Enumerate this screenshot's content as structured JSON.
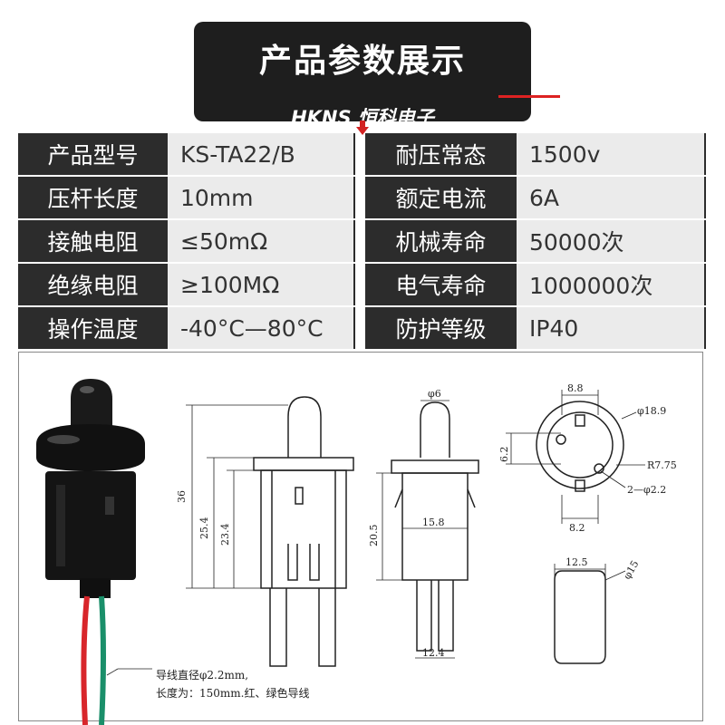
{
  "header": {
    "title": "产品参数展示",
    "brand_logo_text": "HKNS",
    "brand_name": "恒科电子"
  },
  "params_left": [
    {
      "label": "产品型号",
      "value": "KS-TA22/B"
    },
    {
      "label": "压杆长度",
      "value": "10mm"
    },
    {
      "label": "接触电阻",
      "value": "≤50mΩ"
    },
    {
      "label": "绝缘电阻",
      "value": "≥100MΩ"
    },
    {
      "label": "操作温度",
      "value": "-40°C—80°C"
    }
  ],
  "params_right": [
    {
      "label": "耐压常态",
      "value": "1500v"
    },
    {
      "label": "额定电流",
      "value": "6A"
    },
    {
      "label": "机械寿命",
      "value": "50000次"
    },
    {
      "label": "电气寿命",
      "value": "1000000次"
    },
    {
      "label": "防护等级",
      "value": "IP40"
    }
  ],
  "dimensions": {
    "overall_height": "36",
    "body_height_a": "25.4",
    "body_height_b": "23.4",
    "plunger_dia": "φ6",
    "side_height": "20.5",
    "body_width": "15.8",
    "pin_span": "12.4",
    "top_width": "8.8",
    "flange_dia": "φ18.9",
    "offset": "6.2",
    "radius": "R7.75",
    "holes": "2—φ2.2",
    "bottom_width": "8.2",
    "cutout_width": "12.5",
    "cutout_dia": "φ15"
  },
  "wire_note": {
    "line1": "导线直径φ2.2mm,",
    "line2": "长度为：150mm.红、绿色导线"
  },
  "colors": {
    "header_bg": "#1e1e1e",
    "accent_red": "#d22222",
    "key_cell_bg": "#2c2c2c",
    "value_cell_bg": "#ebebeb",
    "wire_red": "#d8262b",
    "wire_green": "#1a8f6a"
  }
}
